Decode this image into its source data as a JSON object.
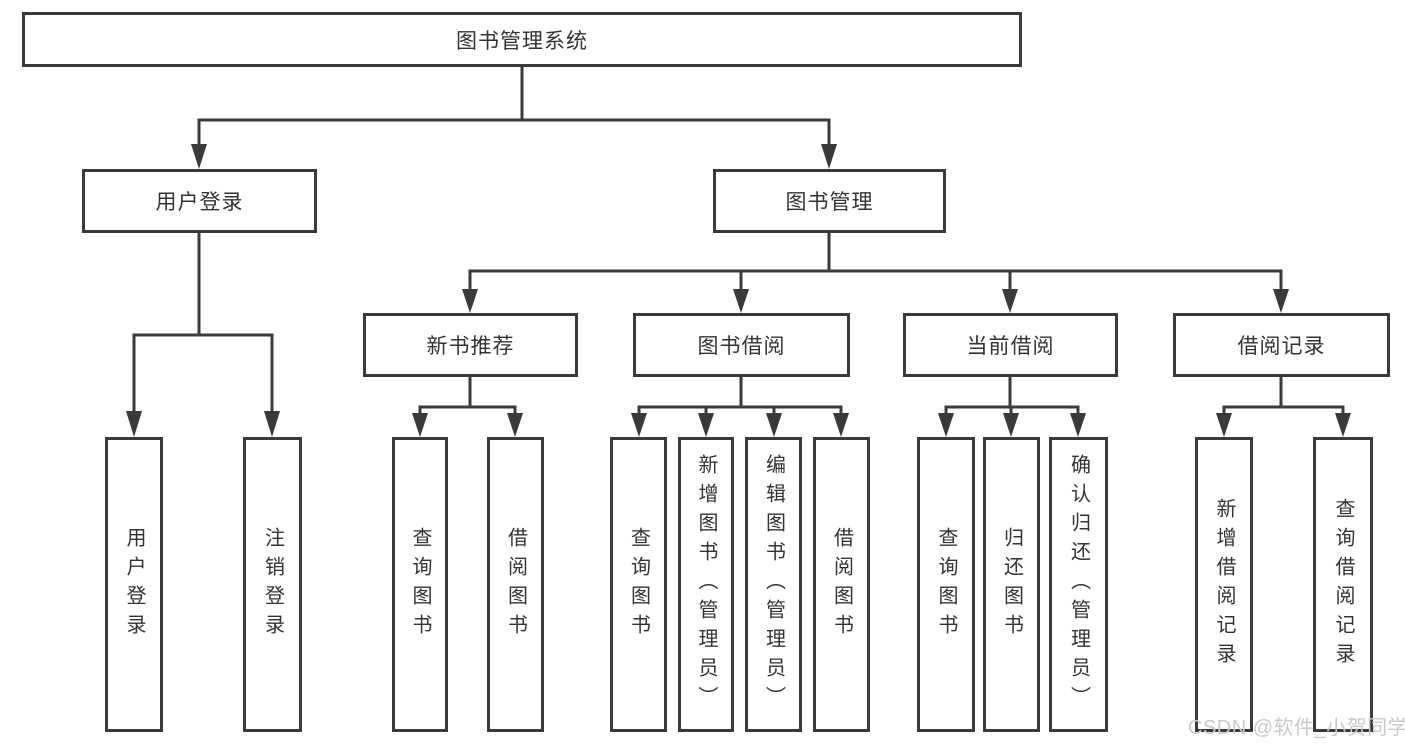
{
  "colors": {
    "line": "#3a3a3a",
    "box_border": "#3a3a3a",
    "text": "#333333",
    "background": "#ffffff",
    "watermark": "#c9c9c9"
  },
  "diagram": {
    "type": "hierarchy-tree",
    "nodes": {
      "root": "图书管理系统",
      "user_login": "用户登录",
      "book_management": "图书管理",
      "new_book_recommendation": "新书推荐",
      "book_borrowing": "图书借阅",
      "current_borrowing": "当前借阅",
      "borrowing_records": "借阅记录",
      "leaf_user_login": "用户登录",
      "leaf_logout": "注销登录",
      "leaf_recommend_query_books": "查询图书",
      "leaf_recommend_borrow_books": "借阅图书",
      "leaf_borrow_query_books": "查询图书",
      "leaf_borrow_add_books": "新增图书（管理员）",
      "leaf_borrow_edit_books": "编辑图书（管理员）",
      "leaf_borrow_borrow_books": "借阅图书",
      "leaf_current_query_books": "查询图书",
      "leaf_current_return_books": "归还图书",
      "leaf_current_confirm_return": "确认归还（管理员）",
      "leaf_records_add_record": "新增借阅记录",
      "leaf_records_query_record": "查询借阅记录"
    }
  },
  "watermark": {
    "text": "CSDN @软件_小贺同学"
  }
}
